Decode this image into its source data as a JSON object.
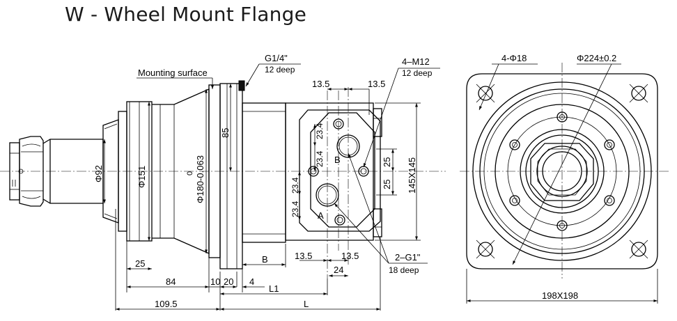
{
  "title": "W - Wheel Mount Flange",
  "side_view": {
    "labels": {
      "mounting_surface": "Mounting surface",
      "g14_port": "G1/4\"",
      "g14_depth": "12  deep",
      "m12_holes": "4–M12",
      "m12_depth": "12  deep",
      "g1_ports": "2–G1\"",
      "g1_depth": "18  deep",
      "port_a": "A",
      "port_b": "B"
    },
    "dimensions": {
      "top_left": "13.5",
      "top_right": "13.5",
      "bottom_left": "13.5",
      "bottom_right": "13.5",
      "spacing_24": "24",
      "v23_a": "23.4",
      "v23_b": "23.4",
      "v23_c": "23.4",
      "v23_d": "23.4",
      "v25_a": "25",
      "v25_b": "25",
      "pad_145": "145X145",
      "height_85": "85",
      "dia_92": "Φ92",
      "dia_151": "Φ151",
      "dia_180_zero": "0",
      "dia_180": "Φ180-0.063",
      "w_25": "25",
      "w_84": "84",
      "w_10": "10",
      "w_20": "20",
      "w_4": "4",
      "w_B": "B",
      "w_L1": "L1",
      "w_109_5": "109.5",
      "w_L": "L"
    }
  },
  "front_view": {
    "labels": {
      "holes": "4-Φ18",
      "pcd": "Φ224±0.2",
      "size": "198X198"
    }
  }
}
